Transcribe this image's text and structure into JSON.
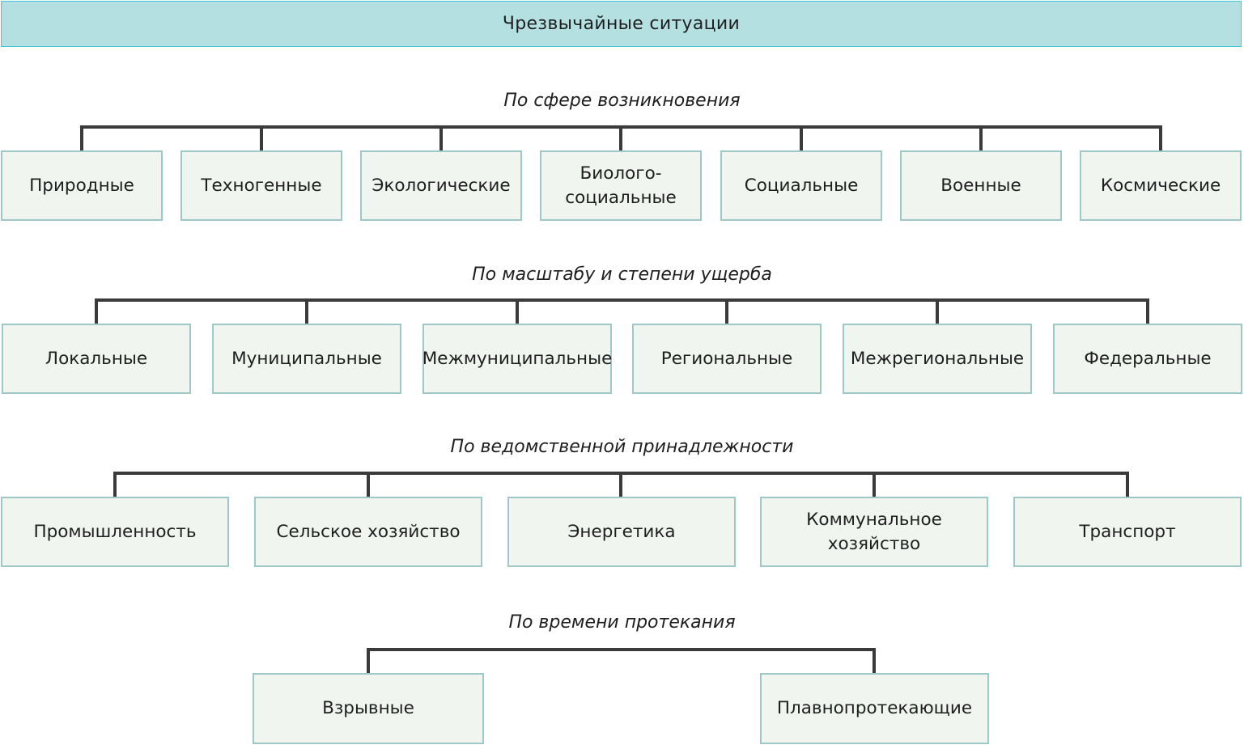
{
  "title": "Чрезвычайные ситуации",
  "groups": [
    {
      "title": "По сфере возникновения",
      "items": [
        "Природные",
        "Техногенные",
        "Экологические",
        "Биолого-\nсоциальные",
        "Социальные",
        "Военные",
        "Космические"
      ]
    },
    {
      "title": "По масштабу и степени ущерба",
      "items": [
        "Локальные",
        "Муниципальные",
        "Межмуниципальные",
        "Региональные",
        "Межрегиональные",
        "Федеральные"
      ]
    },
    {
      "title": "По ведомственной принадлежности",
      "items": [
        "Промышленность",
        "Сельское хозяйство",
        "Энергетика",
        "Коммунальное\nхозяйство",
        "Транспорт"
      ]
    },
    {
      "title": "По времени протекания",
      "items": [
        "Взрывные",
        "Плавнопротекающие"
      ]
    }
  ],
  "colors": {
    "header_fill": "#b4e0e2",
    "header_border": "#45c8d3",
    "box_fill": "#f0f5f0",
    "box_border": "#9ec8c8",
    "connector": "#3a3a3a"
  }
}
